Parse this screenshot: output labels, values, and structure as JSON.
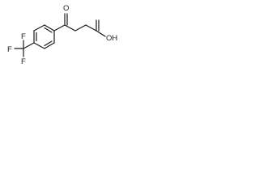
{
  "molecule": {
    "atom_labels": {
      "ketone_oxygen": "O",
      "acid_group": "OH",
      "fluorine_top": "F",
      "fluorine_left": "F",
      "fluorine_bottom": "F"
    }
  }
}
